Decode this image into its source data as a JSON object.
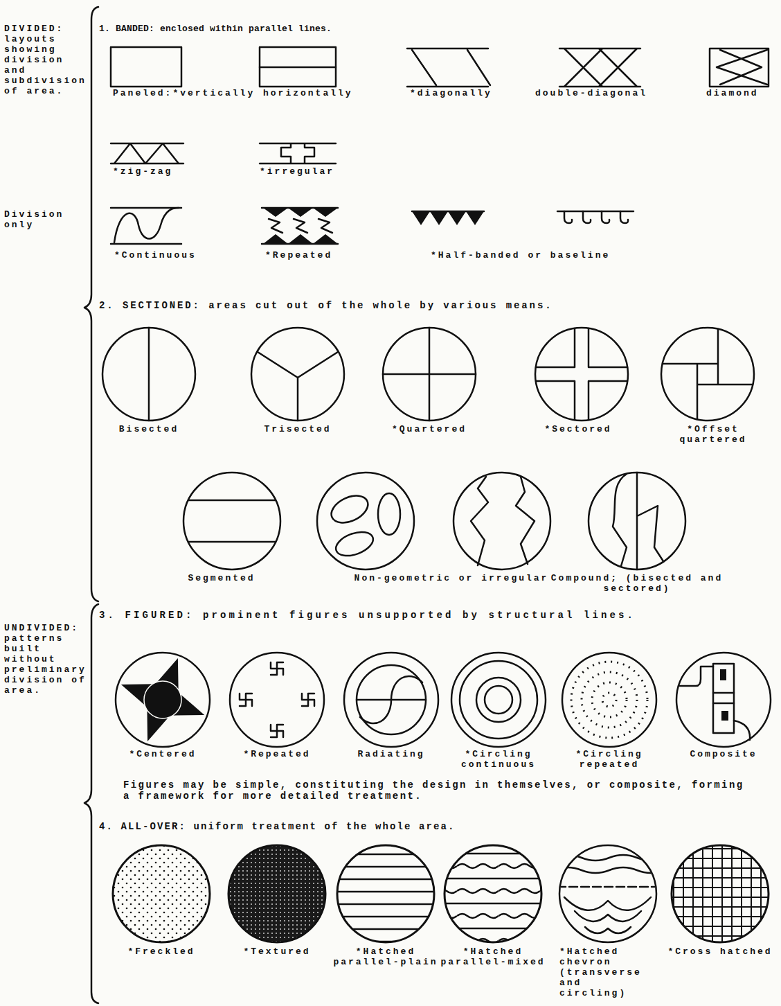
{
  "diagram": {
    "labels": [
      "DIVIDED: layouts showing division and subdivision of area.",
      "1. BANDED: enclosed within parallel lines.",
      "Paneled:*vertically",
      "horizontally",
      "*diagonally",
      "double-diagonal",
      "diamond",
      "*zig-zag",
      "*irregular",
      "Division only",
      "*Continuous",
      "*Repeated",
      "*Half-banded or baseline",
      "2. SECTIONED: areas cut out of the whole by various means.",
      "Bisected",
      "Trisected",
      "*Quartered",
      "*Sectored",
      "*Offset quartered",
      "Segmented",
      "Non-geometric or irregular",
      "Compound; (bisected and sectored)",
      "UNDIVIDED: patterns built without preliminary division of area.",
      "3. FIGURED: prominent figures unsupported by structural lines.",
      "*Centered",
      "*Repeated",
      "Radiating",
      "*Circling continuous",
      "*Circling repeated",
      "Composite",
      "Figures may be simple, constituting the design in themselves, or composite, forming a framework for more detailed treatment.",
      "4. ALL-OVER: uniform treatment of the whole area.",
      "*Freckled",
      "*Textured",
      "*Hatched parallel-plain",
      "*Hatched parallel-mixed",
      "*Hatched chevron (transverse and circling)",
      "*Cross hatched"
    ]
  }
}
